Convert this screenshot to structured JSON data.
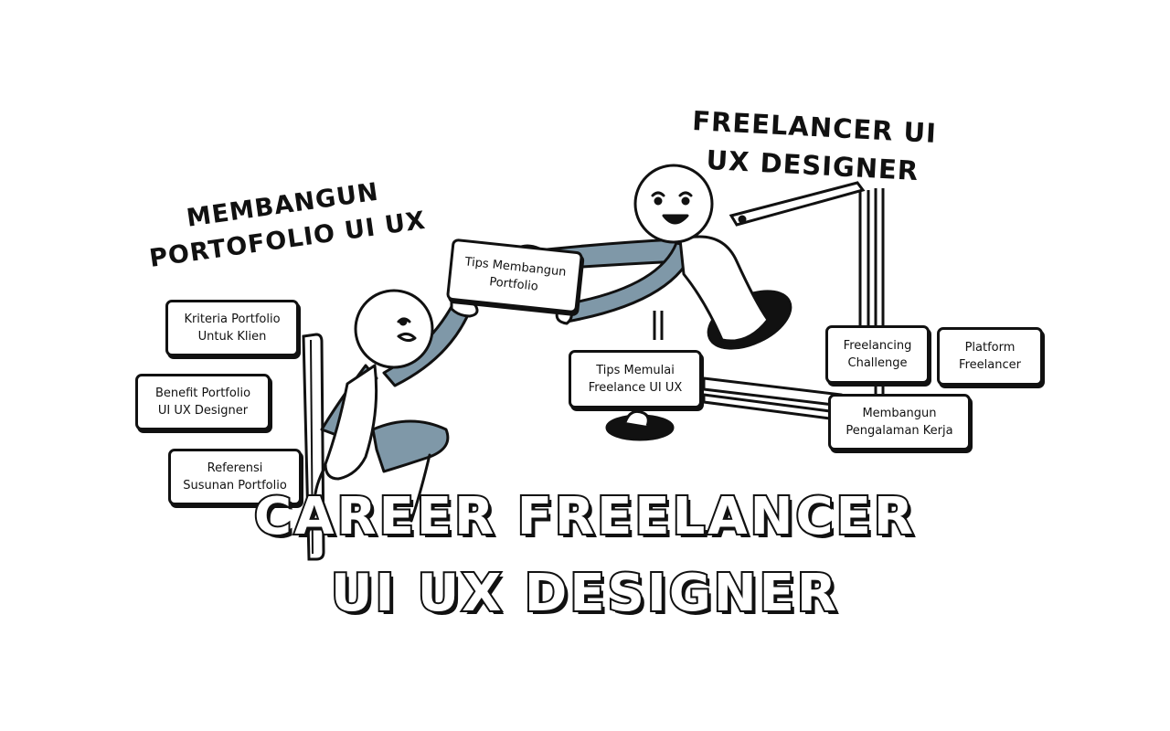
{
  "headings": {
    "portfolio_title": "Membangun\nPortofolio UI UX",
    "freelancer_title": "Freelancer UI\nUX Designer",
    "main_title_line1": "Career Freelancer",
    "main_title_line2": "UI UX Designer"
  },
  "boxes": {
    "kriteria": "Kriteria Portfolio\nUntuk Klien",
    "benefit": "Benefit Portfolio\nUI UX Designer",
    "referensi": "Referensi\nSusunan Portfolio",
    "tips_portfolio": "Tips Membangun\nPortfolio",
    "tips_freelance": "Tips Memulai\nFreelance UI UX",
    "challenge": "Freelancing\nChallenge",
    "platform": "Platform\nFreelancer",
    "pengalaman": "Membangun\nPengalaman Kerja"
  },
  "colors": {
    "ink": "#111111",
    "shadow_blue": "#7f98a8",
    "paper": "#ffffff"
  }
}
